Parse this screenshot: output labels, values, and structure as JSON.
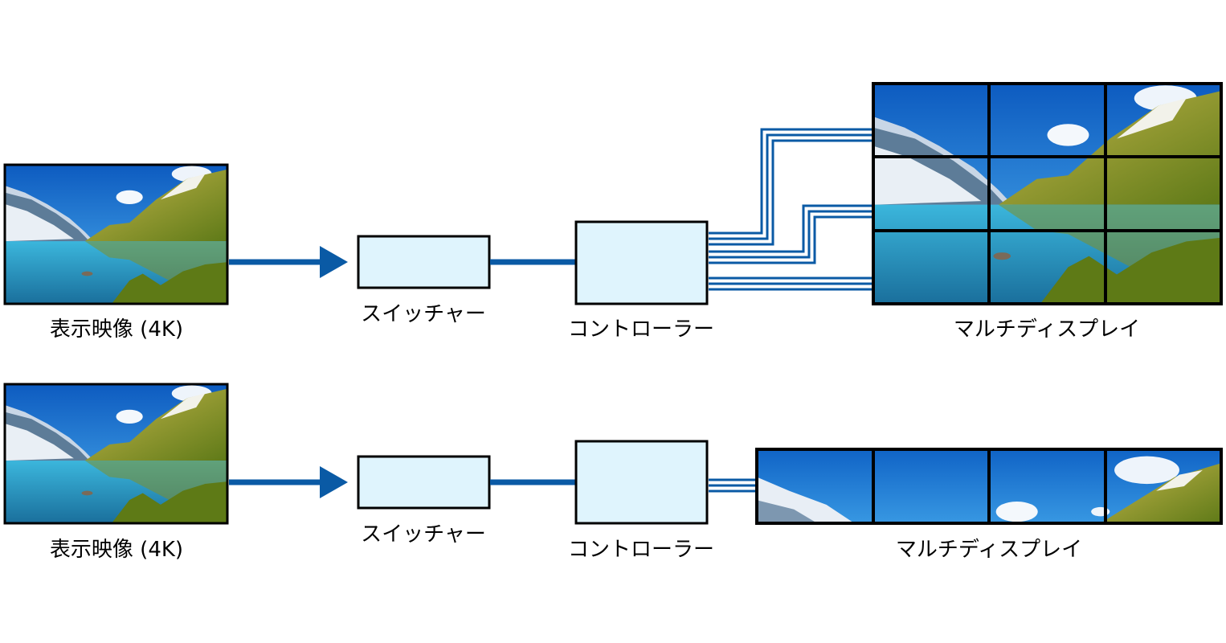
{
  "colors": {
    "connector": "#0a5aa5",
    "box_fill": "#dff4fd",
    "box_stroke": "#000000",
    "sky": "#1e78d2",
    "lake": "#28a0cc",
    "mountain_green": "#9a9a1a",
    "snow": "#e8eef5"
  },
  "rows": [
    {
      "source_label": "表示映像 (4K)",
      "switcher_label": "スイッチャー",
      "controller_label": "コントローラー",
      "display_label": "マルチディスプレイ",
      "display_grid": "3x3"
    },
    {
      "source_label": "表示映像 (4K)",
      "switcher_label": "スイッチャー",
      "controller_label": "コントローラー",
      "display_label": "マルチディスプレイ",
      "display_grid": "4x1"
    }
  ]
}
